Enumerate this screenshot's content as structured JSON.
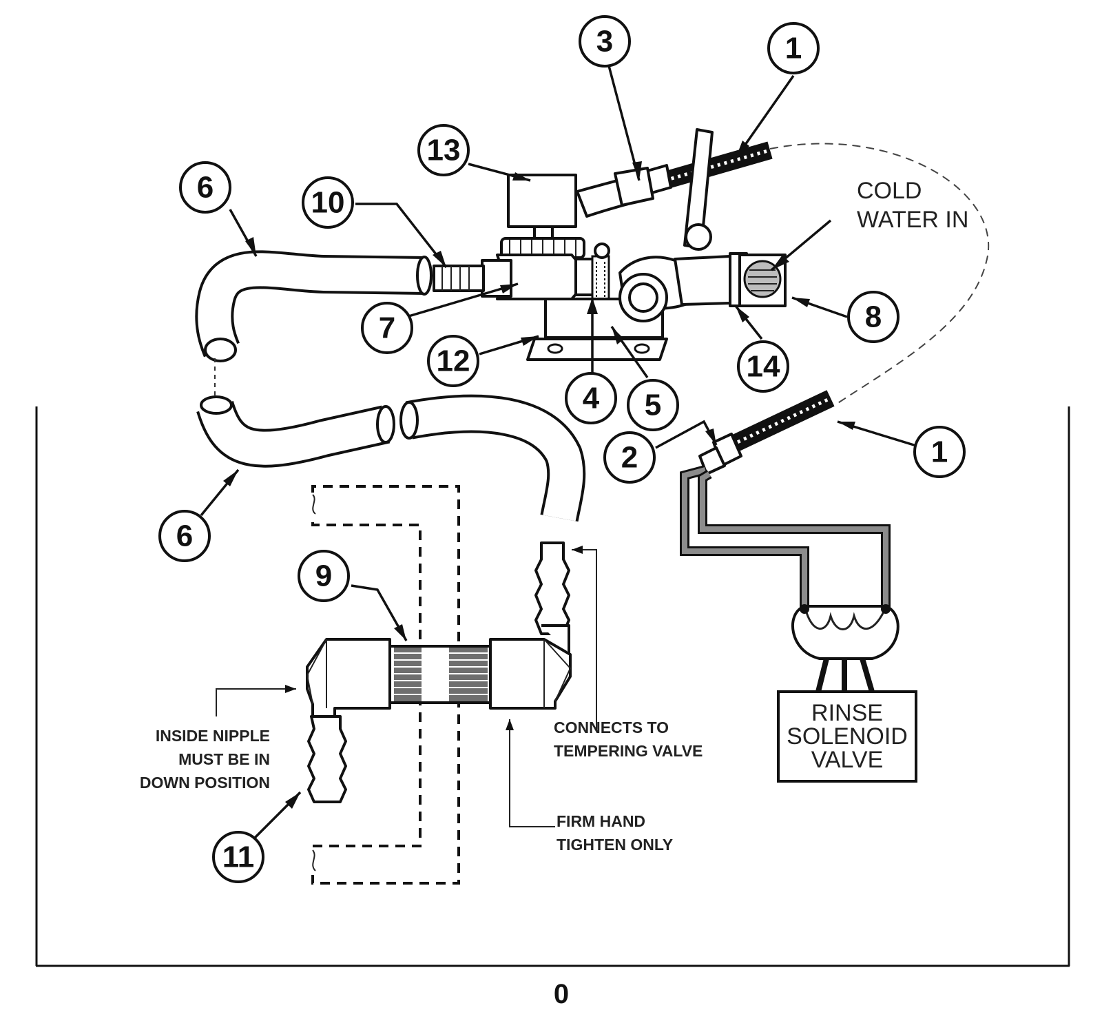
{
  "callouts": [
    {
      "number": "1"
    },
    {
      "number": "3"
    },
    {
      "number": "13"
    },
    {
      "number": "6"
    },
    {
      "number": "10"
    },
    {
      "number": "7"
    },
    {
      "number": "12"
    },
    {
      "number": "4"
    },
    {
      "number": "5"
    },
    {
      "number": "14"
    },
    {
      "number": "8"
    },
    {
      "number": "2"
    },
    {
      "number": "1"
    },
    {
      "number": "6"
    },
    {
      "number": "9"
    },
    {
      "number": "11"
    }
  ],
  "labels": {
    "cold_water_line1": "COLD",
    "cold_water_line2": "WATER IN",
    "connects_line1": "CONNECTS TO",
    "connects_line2": "TEMPERING  VALVE",
    "firm_line1": "FIRM HAND",
    "firm_line2": "TIGHTEN ONLY",
    "nipple_line1": "INSIDE NIPPLE",
    "nipple_line2": "MUST BE IN",
    "nipple_line3": "DOWN POSITION",
    "solenoid_line1": "RINSE",
    "solenoid_line2": "SOLENOID",
    "solenoid_line3": "VALVE"
  },
  "page_number": "0"
}
